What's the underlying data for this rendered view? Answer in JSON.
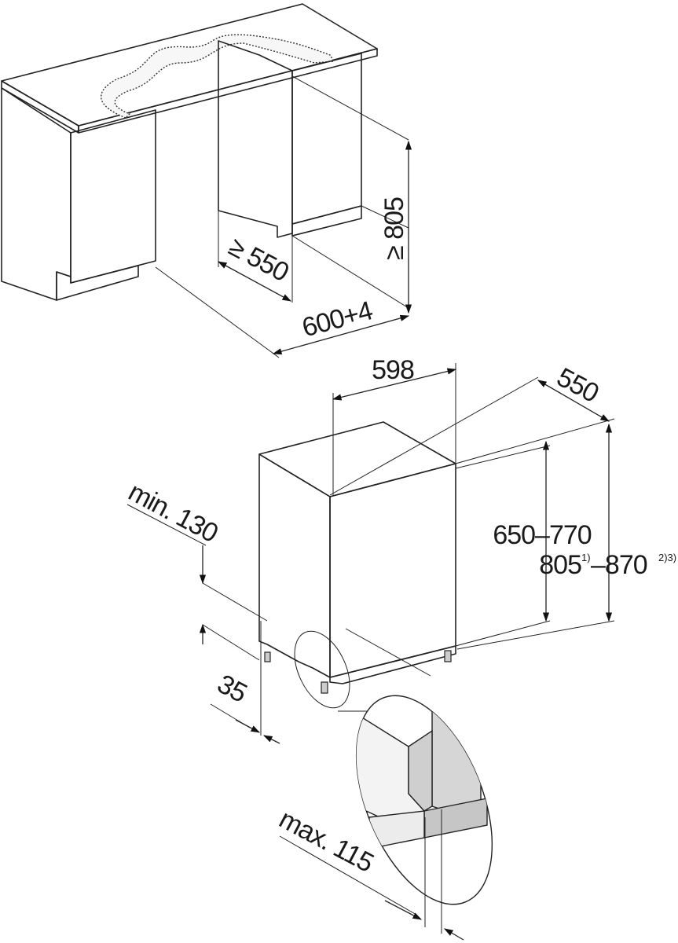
{
  "colors": {
    "line": "#222222",
    "face_light": "#f4f4f4",
    "face_mid": "#dedede",
    "face_dark": "#cfcfcf",
    "door": "#d9d9d9"
  },
  "niche": {
    "height_label": "≥ 805",
    "depth_label": "≥ 550",
    "width_label": "600+4"
  },
  "appliance": {
    "width_label": "598",
    "depth_label": "550",
    "door_height_label": "650–770",
    "height_from": "805",
    "height_from_note": "1)",
    "height_to": "–870",
    "height_to_note": "2)3)",
    "plinth_label": "min. 130",
    "door_offset_label": "35",
    "detail_label": "max. 115"
  }
}
